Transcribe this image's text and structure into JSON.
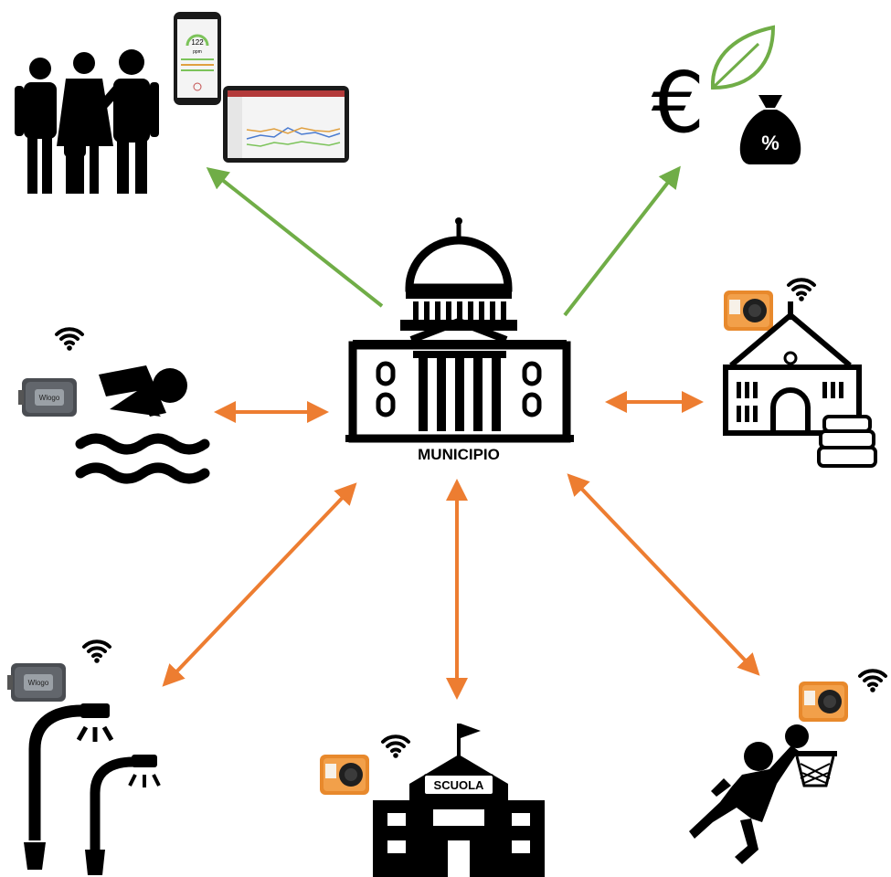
{
  "diagram": {
    "center_label": "MUNICIPIO",
    "school_label": "SCUOLA",
    "phone_reading": "122",
    "phone_unit": "ppm",
    "money_sign": "€",
    "bag_sign": "%",
    "device_brand": "Wlogo",
    "arrow_colors": {
      "one_way": "#70ad47",
      "two_way": "#ed7d31"
    }
  },
  "nodes": [
    {
      "id": "citizens",
      "icon": "family-with-phone-and-tablet-icon",
      "link": "one-way-out"
    },
    {
      "id": "savings",
      "icon": "euro-leaf-money-bag-icon",
      "link": "one-way-out"
    },
    {
      "id": "swimming-pool",
      "icon": "swimmer-icon",
      "link": "two-way",
      "sensor": "grey-sensor-wifi"
    },
    {
      "id": "school-building",
      "icon": "school-with-books-icon",
      "link": "two-way",
      "sensor": "orange-sensor-wifi"
    },
    {
      "id": "street-lighting",
      "icon": "street-lamps-icon",
      "link": "two-way",
      "sensor": "grey-sensor-wifi"
    },
    {
      "id": "school",
      "icon": "scuola-building-icon",
      "link": "two-way",
      "sensor": "orange-sensor-wifi"
    },
    {
      "id": "sports",
      "icon": "basketball-player-icon",
      "link": "two-way",
      "sensor": "orange-sensor-wifi"
    }
  ]
}
